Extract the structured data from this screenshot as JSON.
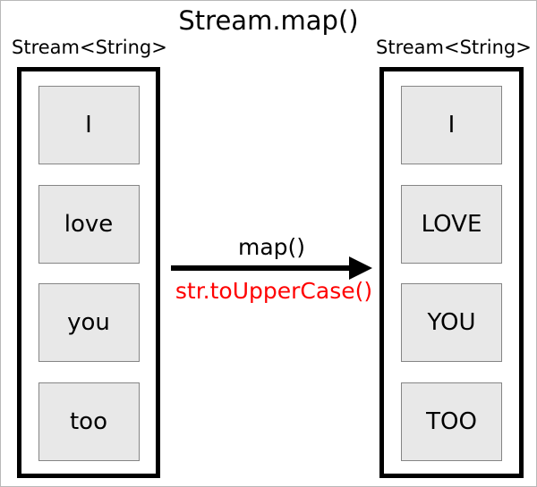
{
  "title": "Stream.map()",
  "left_stream": {
    "label": "Stream<String>",
    "items": [
      "I",
      "love",
      "you",
      "too"
    ]
  },
  "right_stream": {
    "label": "Stream<String>",
    "items": [
      "I",
      "LOVE",
      "YOU",
      "TOO"
    ]
  },
  "arrow": {
    "label": "map()",
    "sublabel": "str.toUpperCase()"
  },
  "colors": {
    "item_fill": "#e8e8e8",
    "item_border": "#858585",
    "stream_box_border": "#000000",
    "arrow_color": "#000000",
    "sublabel_color": "#ff0000",
    "page_border": "#b9b9b9",
    "text_color": "#000000"
  }
}
